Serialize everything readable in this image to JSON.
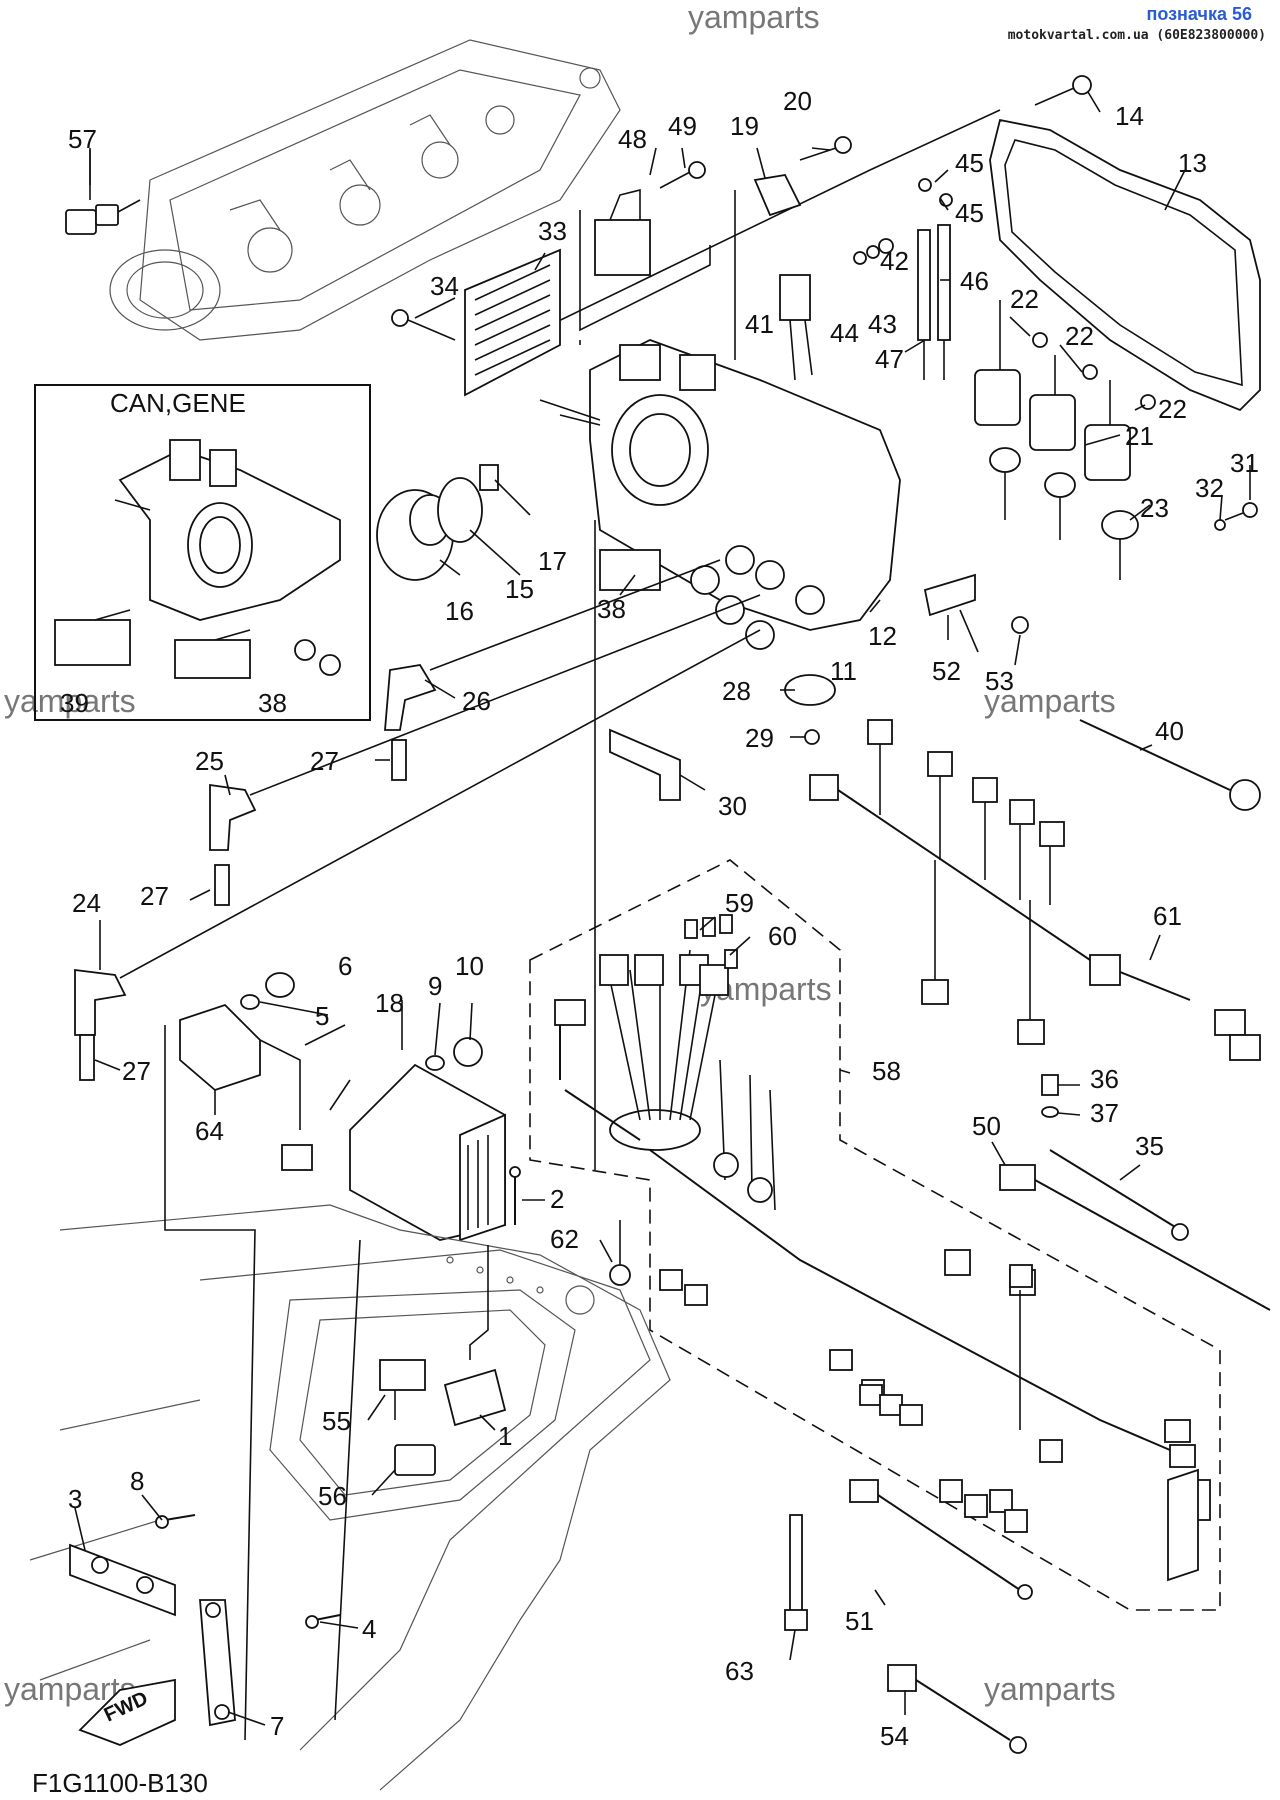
{
  "header": {
    "title": "позначка 56",
    "subtitle": "motokvartal.com.ua (60E823800000)"
  },
  "watermarks": [
    "yamparts",
    "yamparts",
    "yamparts",
    "yamparts",
    "yamparts",
    "yamparts"
  ],
  "inset": {
    "title": "CAN,GENE"
  },
  "fwd_label": "FWD",
  "diagram_code": "F1G1100-B130",
  "callouts": {
    "c1": "1",
    "c2": "2",
    "c3": "3",
    "c4": "4",
    "c5": "5",
    "c6": "6",
    "c7": "7",
    "c8": "8",
    "c9": "9",
    "c10": "10",
    "c11": "11",
    "c12": "12",
    "c13": "13",
    "c14": "14",
    "c15": "15",
    "c16": "16",
    "c17": "17",
    "c18": "18",
    "c19": "19",
    "c20": "20",
    "c21": "21",
    "c22a": "22",
    "c22b": "22",
    "c22c": "22",
    "c23": "23",
    "c24": "24",
    "c25": "25",
    "c26": "26",
    "c27a": "27",
    "c27b": "27",
    "c27c": "27",
    "c28": "28",
    "c29": "29",
    "c30": "30",
    "c31": "31",
    "c32": "32",
    "c33": "33",
    "c34": "34",
    "c35": "35",
    "c36": "36",
    "c37": "37",
    "c38a": "38",
    "c38b": "38",
    "c39": "39",
    "c40": "40",
    "c41": "41",
    "c42": "42",
    "c43": "43",
    "c44": "44",
    "c45a": "45",
    "c45b": "45",
    "c46": "46",
    "c47": "47",
    "c48": "48",
    "c49": "49",
    "c50": "50",
    "c51": "51",
    "c52": "52",
    "c53": "53",
    "c54": "54",
    "c55": "55",
    "c56": "56",
    "c57": "57",
    "c58": "58",
    "c59": "59",
    "c60": "60",
    "c61": "61",
    "c62": "62",
    "c63": "63",
    "c64": "64"
  }
}
